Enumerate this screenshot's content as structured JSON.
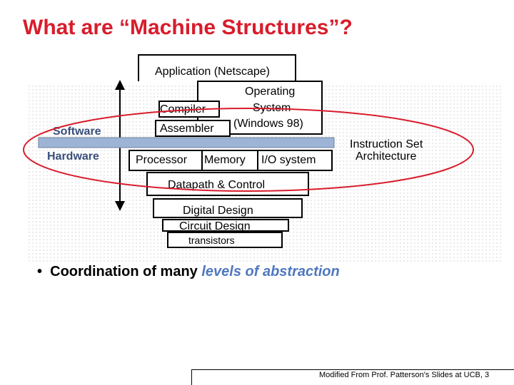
{
  "slide": {
    "title": "What are “Machine Structures”?",
    "labels": {
      "software": "Software",
      "hardware": "Hardware",
      "isa_line1": "Instruction Set",
      "isa_line2": "Architecture"
    },
    "boxes": {
      "application": "Application (Netscape)",
      "os_line1": "Operating",
      "os_line2": "System",
      "os_line3": "(Windows 98)",
      "compiler": "Compiler",
      "assembler": "Assembler",
      "processor": "Processor",
      "memory": "Memory",
      "io_system": "I/O system",
      "datapath": "Datapath & Control",
      "digital_design": "Digital Design",
      "circuit_design": "Circuit Design",
      "transistors": "transistors"
    },
    "bullet": {
      "prefix": "Coordination of many ",
      "emphasis": "levels of abstraction"
    },
    "footer": "Modified From Prof. Patterson's Slides at UCB,  3",
    "colors": {
      "title": "#d81c2b",
      "ellipse": "#d81c2b",
      "emphasis": "#4f77bf",
      "side_labels": "#3a4f7a",
      "isa_bar": "#9db4d6"
    }
  }
}
